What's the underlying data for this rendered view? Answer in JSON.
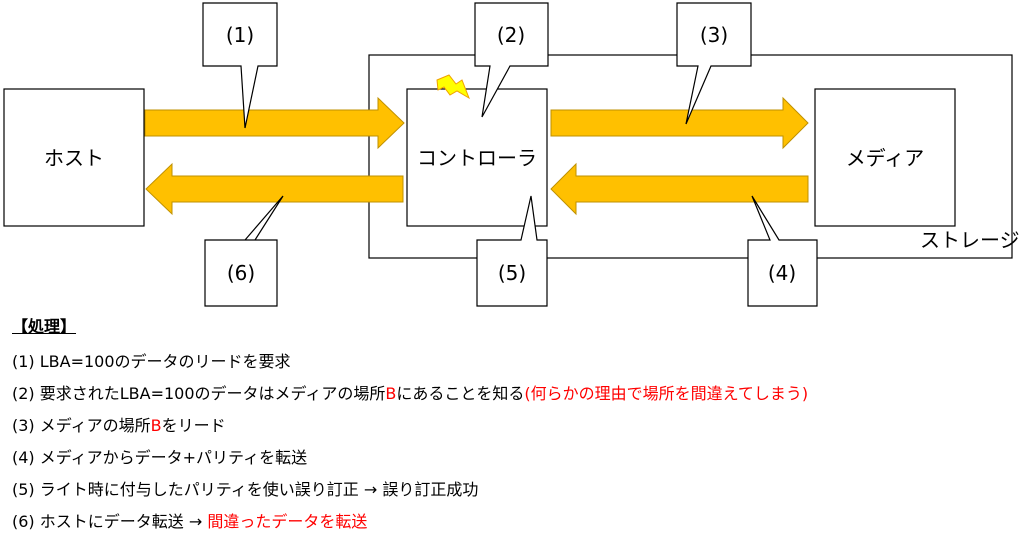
{
  "colors": {
    "arrow_fill": "#FFC000",
    "arrow_stroke": "#BF9000",
    "bolt_fill": "#FFFF00",
    "bolt_stroke": "#F0A000",
    "highlight_text": "#FF0000"
  },
  "diagram": {
    "nodes": {
      "host": "ホスト",
      "controller": "コントローラ",
      "media": "メディア",
      "storage": "ストレージ"
    },
    "callouts": [
      "(1)",
      "(2)",
      "(3)",
      "(4)",
      "(5)",
      "(6)"
    ],
    "icons": {
      "fault": "lightning-bolt-icon"
    }
  },
  "process": {
    "heading": "【処理】",
    "steps": [
      {
        "parts": [
          {
            "text": "(1) LBA=100のデータのリードを要求"
          }
        ]
      },
      {
        "parts": [
          {
            "text": "(2) 要求されたLBA=100のデータはメディアの場所"
          },
          {
            "text": "B",
            "red": true
          },
          {
            "text": "にあることを知る"
          },
          {
            "text": "(何らかの理由で場所を間違えてしまう)",
            "red": true
          }
        ]
      },
      {
        "parts": [
          {
            "text": "(3) メディアの場所"
          },
          {
            "text": "B",
            "red": true
          },
          {
            "text": "をリード"
          }
        ]
      },
      {
        "parts": [
          {
            "text": "(4) メディアからデータ+パリティを転送"
          }
        ]
      },
      {
        "parts": [
          {
            "text": "(5) ライト時に付与したパリティを使い誤り訂正 → 誤り訂正成功"
          }
        ]
      },
      {
        "parts": [
          {
            "text": "(6) ホストにデータ転送 → "
          },
          {
            "text": "間違ったデータを転送",
            "red": true
          }
        ]
      }
    ]
  }
}
